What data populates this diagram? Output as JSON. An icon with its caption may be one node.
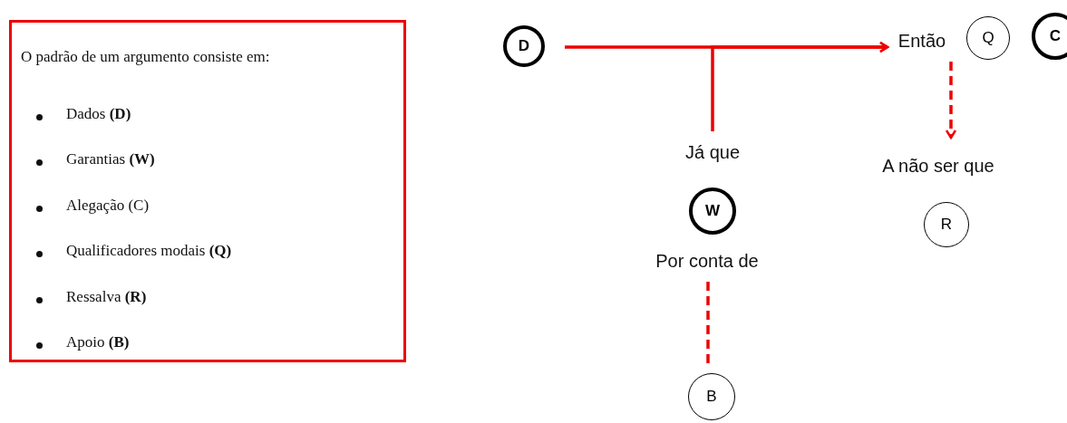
{
  "diagram": {
    "nodes": [
      {
        "text": [
          "O padrão de um argumento consiste em:",
          "Dados **(D)**",
          "Garantias **(W)**",
          "Alegação (C)",
          "Qualificadores modais **(Q)**",
          "Ressalva **(R)**",
          "Apoio **(B)**"
        ]
      },
      {
        "text": [
          "D"
        ]
      },
      {
        "text": [
          "Então"
        ]
      },
      {
        "text": [
          "Q"
        ]
      },
      {
        "text": [
          "C"
        ]
      },
      {
        "text": [
          "Já que"
        ]
      },
      {
        "text": [
          "W"
        ]
      },
      {
        "text": [
          "Por conta de"
        ]
      },
      {
        "text": [
          "A não ser que"
        ]
      },
      {
        "text": [
          "R"
        ]
      },
      {
        "text": [
          "B"
        ]
      }
    ],
    "edges": [
      {
        "from": 1,
        "to": 2,
        "arrow": "to"
      },
      {
        "from": 5,
        "to": 2,
        "arrow": "to"
      },
      {
        "from": 2,
        "to": 8,
        "arrow": "to",
        "style": "dashed"
      },
      {
        "from": 7,
        "to": 10,
        "arrow": "none",
        "style": "dashed"
      }
    ]
  }
}
